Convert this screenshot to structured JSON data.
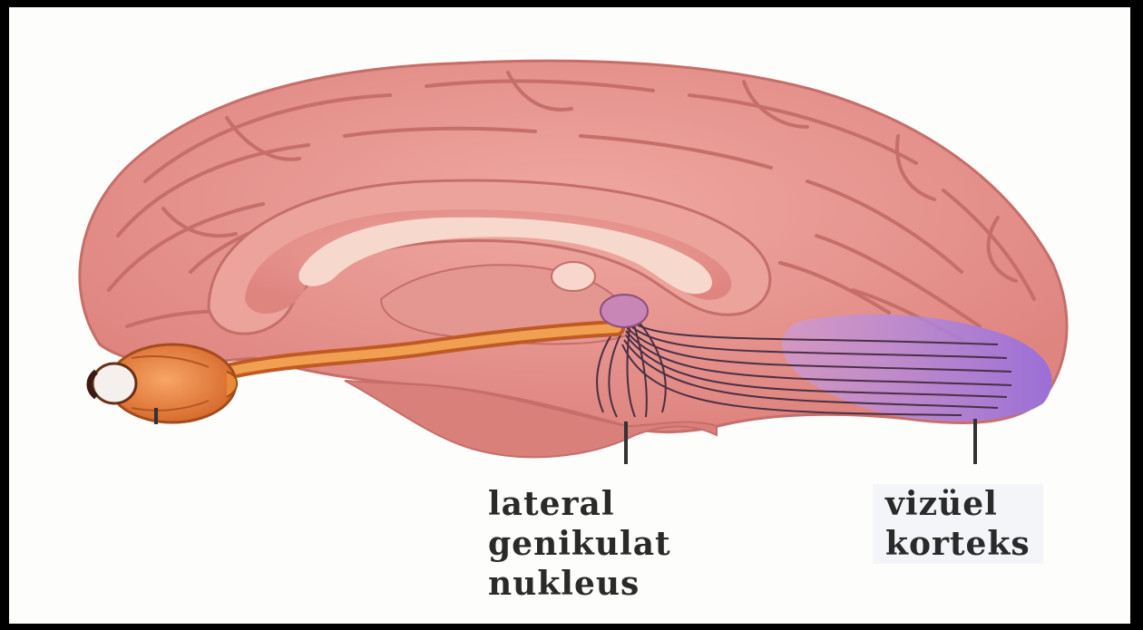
{
  "labels": {
    "lgn": [
      "lateral",
      "genikulat",
      "nukleus"
    ],
    "visual_cortex": [
      "vizüel",
      "korteks"
    ]
  },
  "colors": {
    "brain": "#e7928e",
    "brain_dark": "#c9706d",
    "corpus_callosum": "#f6d8cc",
    "optic_nerve": "#e9893a",
    "eye": "#ef8a53",
    "visual_cortex": "#a77fd8",
    "radiation": "#4a2f45"
  }
}
